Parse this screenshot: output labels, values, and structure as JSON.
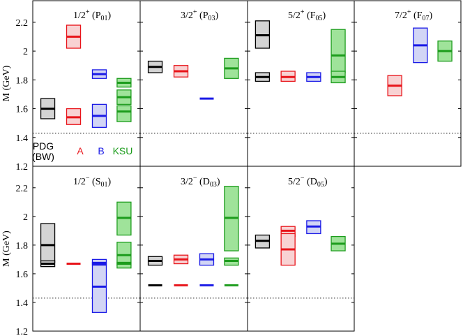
{
  "chart_data": {
    "type": "box-range",
    "ylabel": "M (GeV)",
    "ylim": [
      1.2,
      2.35
    ],
    "yticks": [
      "1.2",
      "1.4",
      "1.6",
      "1.8",
      "2",
      "2.2"
    ],
    "threshold": 1.43,
    "sources": [
      {
        "name": "PDG\n(BW)",
        "label_line1": "PDG",
        "label_line2": "(BW)",
        "color": "#000000",
        "fill": "#d4d4d4"
      },
      {
        "name": "A",
        "color": "#e8141a",
        "fill": "#f8d2d3"
      },
      {
        "name": "B",
        "color": "#1a1ae6",
        "fill": "#d2d5f5"
      },
      {
        "name": "KSU",
        "color": "#1c9c1c",
        "fill": "#9fe39a"
      }
    ],
    "panels": [
      {
        "id": "P01",
        "title_base": "1/2",
        "title_parity": "+",
        "title_wave": "P",
        "title_sub": "01",
        "row": 0,
        "col": 0,
        "states": [
          {
            "source": 0,
            "mass": 1.6,
            "lo": 1.53,
            "hi": 1.67
          },
          {
            "source": 1,
            "mass": 2.1,
            "lo": 2.02,
            "hi": 2.18
          },
          {
            "source": 1,
            "mass": 1.54,
            "lo": 1.49,
            "hi": 1.6
          },
          {
            "source": 2,
            "mass": 1.84,
            "lo": 1.81,
            "hi": 1.87
          },
          {
            "source": 2,
            "mass": 1.55,
            "lo": 1.47,
            "hi": 1.63
          },
          {
            "source": 3,
            "mass": 1.78,
            "lo": 1.75,
            "hi": 1.81
          },
          {
            "source": 3,
            "mass": 1.68,
            "lo": 1.63,
            "hi": 1.73
          },
          {
            "source": 3,
            "mass": 1.58,
            "lo": 1.51,
            "hi": 1.62
          }
        ]
      },
      {
        "id": "P03",
        "title_base": "3/2",
        "title_parity": "+",
        "title_wave": "P",
        "title_sub": "03",
        "row": 0,
        "col": 1,
        "states": [
          {
            "source": 0,
            "mass": 1.89,
            "lo": 1.85,
            "hi": 1.93
          },
          {
            "source": 1,
            "mass": 1.86,
            "lo": 1.82,
            "hi": 1.9
          },
          {
            "source": 2,
            "mass": 1.67,
            "lo": 1.67,
            "hi": 1.67
          },
          {
            "source": 3,
            "mass": 1.88,
            "lo": 1.81,
            "hi": 1.95
          }
        ]
      },
      {
        "id": "F05",
        "title_base": "5/2",
        "title_parity": "+",
        "title_wave": "F",
        "title_sub": "05",
        "row": 0,
        "col": 2,
        "states": [
          {
            "source": 0,
            "mass": 2.11,
            "lo": 2.02,
            "hi": 2.21
          },
          {
            "source": 0,
            "mass": 1.82,
            "lo": 1.79,
            "hi": 1.85
          },
          {
            "source": 1,
            "mass": 1.82,
            "lo": 1.79,
            "hi": 1.86
          },
          {
            "source": 2,
            "mass": 1.82,
            "lo": 1.79,
            "hi": 1.85
          },
          {
            "source": 3,
            "mass": 1.97,
            "lo": 1.85,
            "hi": 2.15
          },
          {
            "source": 3,
            "mass": 1.82,
            "lo": 1.78,
            "hi": 1.86
          }
        ]
      },
      {
        "id": "F07",
        "title_base": "7/2",
        "title_parity": "+",
        "title_wave": "F",
        "title_sub": "07",
        "row": 0,
        "col": 3,
        "states": [
          {
            "source": 1,
            "mass": 1.76,
            "lo": 1.69,
            "hi": 1.83
          },
          {
            "source": 2,
            "mass": 2.04,
            "lo": 1.92,
            "hi": 2.16
          },
          {
            "source": 3,
            "mass": 2.0,
            "lo": 1.93,
            "hi": 2.07
          }
        ]
      },
      {
        "id": "S01",
        "title_base": "1/2",
        "title_parity": "−",
        "title_wave": "S",
        "title_sub": "01",
        "row": 1,
        "col": 0,
        "states": [
          {
            "source": 0,
            "mass": 1.8,
            "lo": 1.68,
            "hi": 1.95
          },
          {
            "source": 0,
            "mass": 1.67,
            "lo": 1.65,
            "hi": 1.69
          },
          {
            "source": 1,
            "mass": 1.67,
            "lo": 1.67,
            "hi": 1.67
          },
          {
            "source": 2,
            "mass": 1.51,
            "lo": 1.33,
            "hi": 1.7
          },
          {
            "source": 2,
            "mass": 1.67,
            "lo": 1.66,
            "hi": 1.68
          },
          {
            "source": 3,
            "mass": 1.99,
            "lo": 1.87,
            "hi": 2.1
          },
          {
            "source": 3,
            "mass": 1.73,
            "lo": 1.66,
            "hi": 1.82
          },
          {
            "source": 3,
            "mass": 1.67,
            "lo": 1.64,
            "hi": 1.68
          }
        ]
      },
      {
        "id": "D03",
        "title_base": "3/2",
        "title_parity": "−",
        "title_wave": "D",
        "title_sub": "03",
        "row": 1,
        "col": 1,
        "states": [
          {
            "source": 0,
            "mass": 1.69,
            "lo": 1.66,
            "hi": 1.72
          },
          {
            "source": 0,
            "mass": 1.52,
            "lo": 1.52,
            "hi": 1.52
          },
          {
            "source": 1,
            "mass": 1.7,
            "lo": 1.67,
            "hi": 1.73
          },
          {
            "source": 1,
            "mass": 1.52,
            "lo": 1.52,
            "hi": 1.52
          },
          {
            "source": 2,
            "mass": 1.7,
            "lo": 1.66,
            "hi": 1.74
          },
          {
            "source": 2,
            "mass": 1.52,
            "lo": 1.52,
            "hi": 1.52
          },
          {
            "source": 3,
            "mass": 1.99,
            "lo": 1.76,
            "hi": 2.21
          },
          {
            "source": 3,
            "mass": 1.69,
            "lo": 1.66,
            "hi": 1.71
          },
          {
            "source": 3,
            "mass": 1.52,
            "lo": 1.52,
            "hi": 1.52
          }
        ]
      },
      {
        "id": "D05",
        "title_base": "5/2",
        "title_parity": "−",
        "title_wave": "D",
        "title_sub": "05",
        "row": 1,
        "col": 2,
        "states": [
          {
            "source": 0,
            "mass": 1.83,
            "lo": 1.78,
            "hi": 1.87
          },
          {
            "source": 1,
            "mass": 1.9,
            "lo": 1.86,
            "hi": 1.93
          },
          {
            "source": 1,
            "mass": 1.77,
            "lo": 1.66,
            "hi": 1.88
          },
          {
            "source": 2,
            "mass": 1.93,
            "lo": 1.88,
            "hi": 1.97
          },
          {
            "source": 3,
            "mass": 1.81,
            "lo": 1.76,
            "hi": 1.86
          }
        ]
      }
    ]
  }
}
